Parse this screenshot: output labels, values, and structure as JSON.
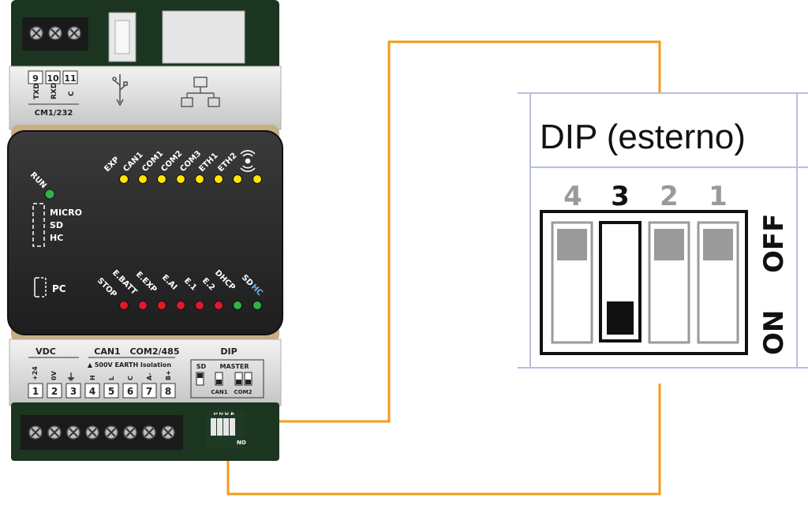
{
  "device": {
    "top_terminals": {
      "labels": [
        "9",
        "10",
        "11"
      ],
      "signals": [
        "TXD",
        "RXD",
        "C"
      ],
      "name": "CM1/232"
    },
    "usb_icon": "usb-icon",
    "ethernet_icon": "network-icon",
    "leds_top": {
      "labels": [
        "EXP",
        "CAN1",
        "COM1",
        "COM2",
        "COM3",
        "ETH1",
        "ETH2"
      ],
      "wireless_icon": "wireless-icon",
      "color": "#ffe600"
    },
    "run": {
      "label": "RUN",
      "color": "#2fb34a"
    },
    "storage": {
      "labels": [
        "MICRO",
        "SD",
        "HC"
      ]
    },
    "pc": {
      "label": "PC"
    },
    "leds_bottom": {
      "labels": [
        "STOP",
        "E.BATT",
        "E.EXP",
        "E.AI",
        "E.1",
        "E.2",
        "DHCP",
        "SD"
      ],
      "hc_label": "HC",
      "colors": [
        "#e0192b",
        "#e0192b",
        "#e0192b",
        "#e0192b",
        "#e0192b",
        "#e0192b",
        "#2fb34a",
        "#2fb34a"
      ]
    },
    "bottom_headers": {
      "vdc": "VDC",
      "can1": "CAN1",
      "com": "COM2/485",
      "dip": "DIP"
    },
    "isolation_note": "▲ 500V EARTH Isolation",
    "terminal_signals": [
      "+24",
      "0V",
      "⏚",
      "H",
      "L",
      "C",
      "A-",
      "B+"
    ],
    "terminal_numbers": [
      "1",
      "2",
      "3",
      "4",
      "5",
      "6",
      "7",
      "8"
    ],
    "dip_modes": {
      "sd": "SD",
      "master": "MASTER",
      "can1": "CAN1",
      "com2": "COM2"
    },
    "small_dip": {
      "numbers": [
        "1",
        "2",
        "3",
        "4"
      ],
      "on_label": "NO"
    }
  },
  "dip_zoom": {
    "title": "DIP (esterno)",
    "switch_numbers": [
      "4",
      "3",
      "2",
      "1"
    ],
    "active_switch": "3",
    "off_label": "OFF",
    "on_label": "ON"
  },
  "colors": {
    "wire": "#f59a1b",
    "device_dark": "#262626",
    "device_green": "#1c3520",
    "panel_border": "#b8bee0"
  }
}
